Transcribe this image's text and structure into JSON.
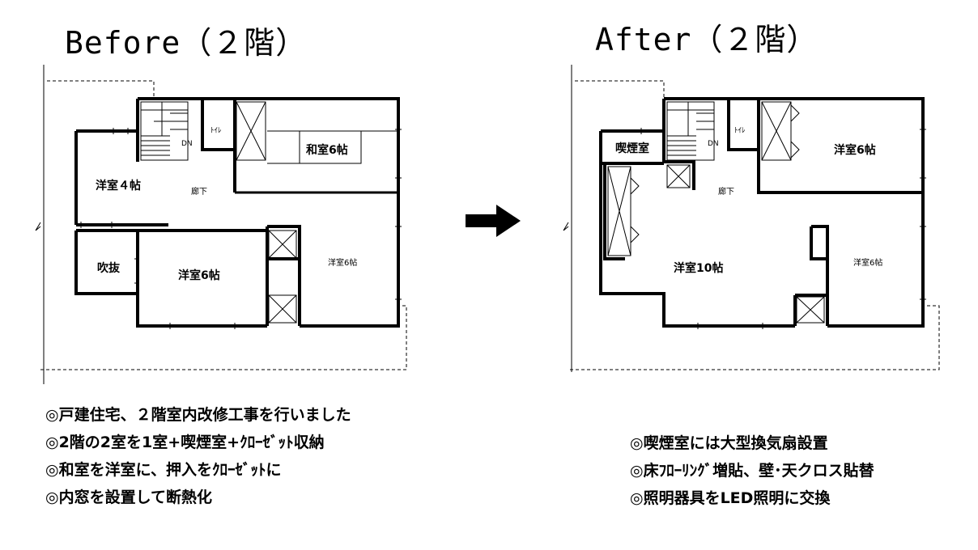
{
  "before": {
    "title": "Before（２階）",
    "rooms": {
      "washitsu": "和室6帖",
      "yoshitsu4": "洋室４帖",
      "rouka": "廊下",
      "fukinuke": "吹抜",
      "yoshitsu6_center": "洋室6帖",
      "yoshitsu6_right": "洋室6帖",
      "toilet": "ﾄｲﾚ",
      "dn": "DN"
    }
  },
  "after": {
    "title": "After（２階）",
    "rooms": {
      "kitsuenshitsu": "喫煙室",
      "yoshitsu6_top": "洋室6帖",
      "rouka": "廊下",
      "yoshitsu10": "洋室10帖",
      "yoshitsu6_right": "洋室6帖",
      "toilet": "ﾄｲﾚ",
      "dn": "DN"
    }
  },
  "notes_left": [
    "◎戸建住宅、２階室内改修工事を行いました",
    "◎2階の2室を1室+喫煙室+ｸﾛｰｾﾞｯﾄ収納",
    "◎和室を洋室に、押入をｸﾛｰｾﾞｯﾄに",
    "◎内窓を設置して断熱化"
  ],
  "notes_right": [
    "◎喫煙室には大型換気扇設置",
    "◎床ﾌﾛｰﾘﾝｸﾞ増貼、壁･天クロス貼替",
    "◎照明器具をLED照明に交換"
  ]
}
